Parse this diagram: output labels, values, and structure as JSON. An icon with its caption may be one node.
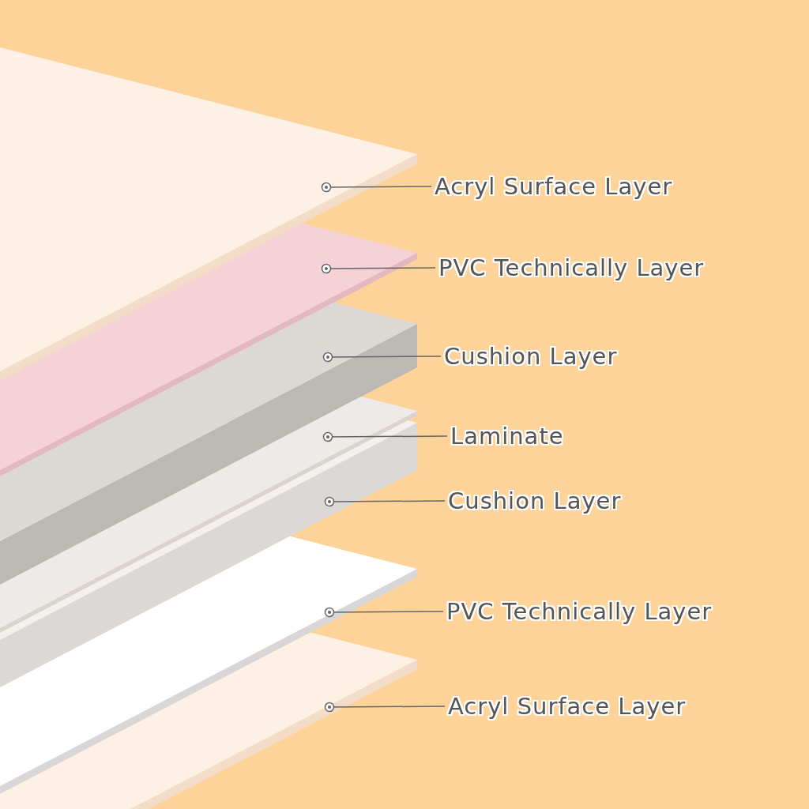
{
  "diagram": {
    "nodes": [
      {
        "text": [],
        "shape": "box"
      },
      {
        "text": [],
        "shape": "box"
      },
      {
        "text": [],
        "shape": "box"
      },
      {
        "text": [],
        "shape": "box"
      },
      {
        "text": [],
        "shape": "box"
      },
      {
        "text": [],
        "shape": "box"
      },
      {
        "text": [],
        "shape": "box"
      },
      {
        "text": [
          "Acryl Surface Layer"
        ]
      },
      {
        "text": [
          "PVC Technically Layer"
        ]
      },
      {
        "text": [
          "Cushion Layer"
        ]
      },
      {
        "text": [
          "Laminate"
        ]
      },
      {
        "text": [
          "Cushion Layer"
        ]
      },
      {
        "text": [
          "PVC Technically Layer"
        ]
      },
      {
        "text": [
          "Acryl Surface Layer"
        ]
      }
    ],
    "edges": [
      {
        "from": 7,
        "to": 0,
        "arrow": "other"
      },
      {
        "from": 8,
        "to": 1,
        "arrow": "other"
      },
      {
        "from": 9,
        "to": 2,
        "arrow": "other"
      },
      {
        "from": 10,
        "to": 3,
        "arrow": "other"
      },
      {
        "from": 11,
        "to": 4,
        "arrow": "other"
      },
      {
        "from": 12,
        "to": 5,
        "arrow": "other"
      },
      {
        "from": 13,
        "to": 6,
        "arrow": "other"
      }
    ]
  }
}
